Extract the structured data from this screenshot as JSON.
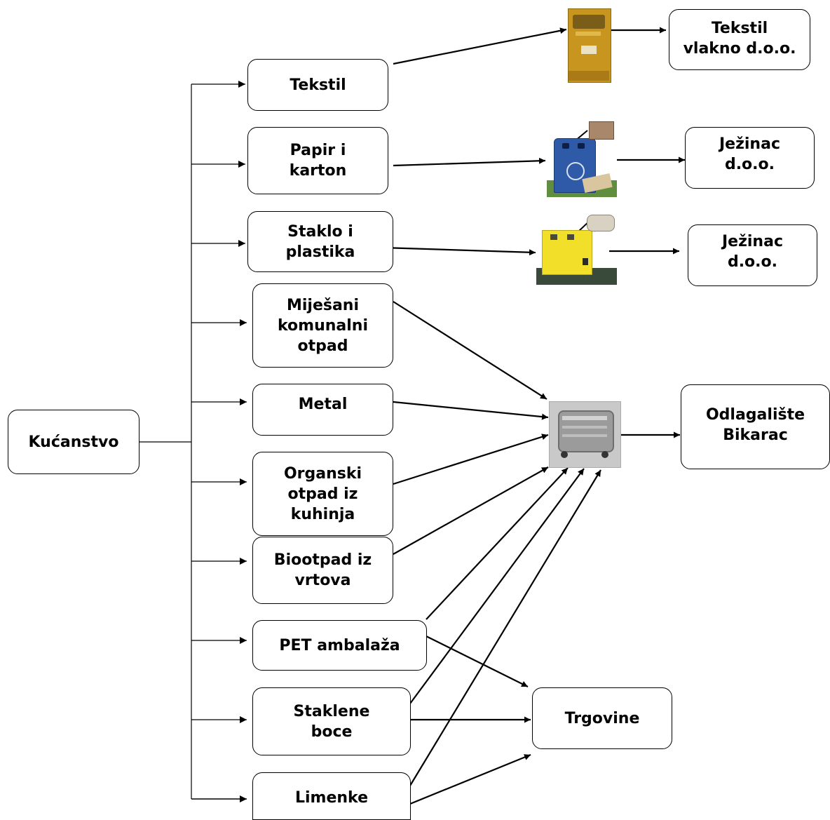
{
  "source": {
    "label": "Kućanstvo"
  },
  "categories": [
    {
      "id": "tekstil",
      "lines": [
        "Tekstil"
      ]
    },
    {
      "id": "papir",
      "lines": [
        "Papir i",
        "karton"
      ]
    },
    {
      "id": "staklo-plastika",
      "lines": [
        "Staklo i",
        "plastika"
      ]
    },
    {
      "id": "mijesani",
      "lines": [
        "Miješani",
        "komunalni",
        "otpad"
      ]
    },
    {
      "id": "metal",
      "lines": [
        "Metal"
      ]
    },
    {
      "id": "organski",
      "lines": [
        "Organski",
        "otpad iz",
        "kuhinja"
      ]
    },
    {
      "id": "biootpad",
      "lines": [
        "Biootpad iz",
        "vrtova"
      ]
    },
    {
      "id": "pet",
      "lines": [
        "PET ambalaža"
      ]
    },
    {
      "id": "staklene-boce",
      "lines": [
        "Staklene",
        "boce"
      ]
    },
    {
      "id": "limenke",
      "lines": [
        "Limenke"
      ]
    }
  ],
  "destinations": [
    {
      "id": "tekstil-vlakno",
      "lines": [
        "Tekstil",
        "vlakno d.o.o."
      ]
    },
    {
      "id": "jezinac-1",
      "lines": [
        "Ježinac",
        "d.o.o."
      ]
    },
    {
      "id": "jezinac-2",
      "lines": [
        "Ježinac",
        "d.o.o."
      ]
    },
    {
      "id": "odlagaliste",
      "lines": [
        "Odlagalište",
        "Bikarac"
      ]
    },
    {
      "id": "trgovine",
      "lines": [
        "Trgovine"
      ]
    }
  ],
  "containers": [
    {
      "id": "textile-container",
      "icon": "textile-container-icon",
      "color": "#c8961e"
    },
    {
      "id": "paper-container",
      "icon": "paper-container-icon",
      "color": "#2f5aa8"
    },
    {
      "id": "glass-plastic-container",
      "icon": "glass-plastic-container-icon",
      "color": "#f2df2a"
    },
    {
      "id": "mixed-waste-container",
      "icon": "mixed-waste-container-icon",
      "color": "#b9b9b9"
    }
  ]
}
